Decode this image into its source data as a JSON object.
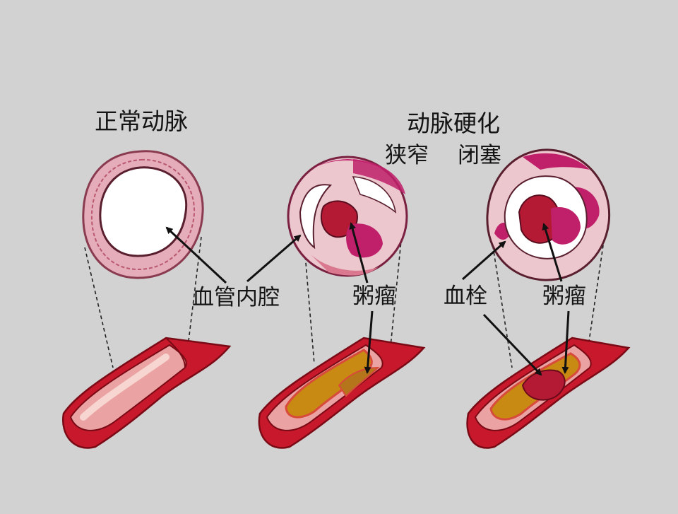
{
  "labels": {
    "normal_artery": "正常动脉",
    "atherosclerosis": "动脉硬化",
    "narrowing": "狭窄",
    "occlusion": "闭塞",
    "lumen": "血管内腔",
    "atheroma_1": "粥瘤",
    "thrombus": "血栓",
    "atheroma_2": "粥瘤"
  },
  "colors": {
    "background": "#d2d2d2",
    "vessel_wall": "#c8192c",
    "vessel_inner": "#eaa2a2",
    "vessel_inner_light": "#f4c7c2",
    "plaque": "#c88a12",
    "plaque_edge": "#d84a3a",
    "thrombus": "#b51a35",
    "cross_section_wall": "#e6b4bf",
    "atheroma_pink": "#c0206a",
    "lumen_white": "#ffffff",
    "line": "#111111"
  }
}
